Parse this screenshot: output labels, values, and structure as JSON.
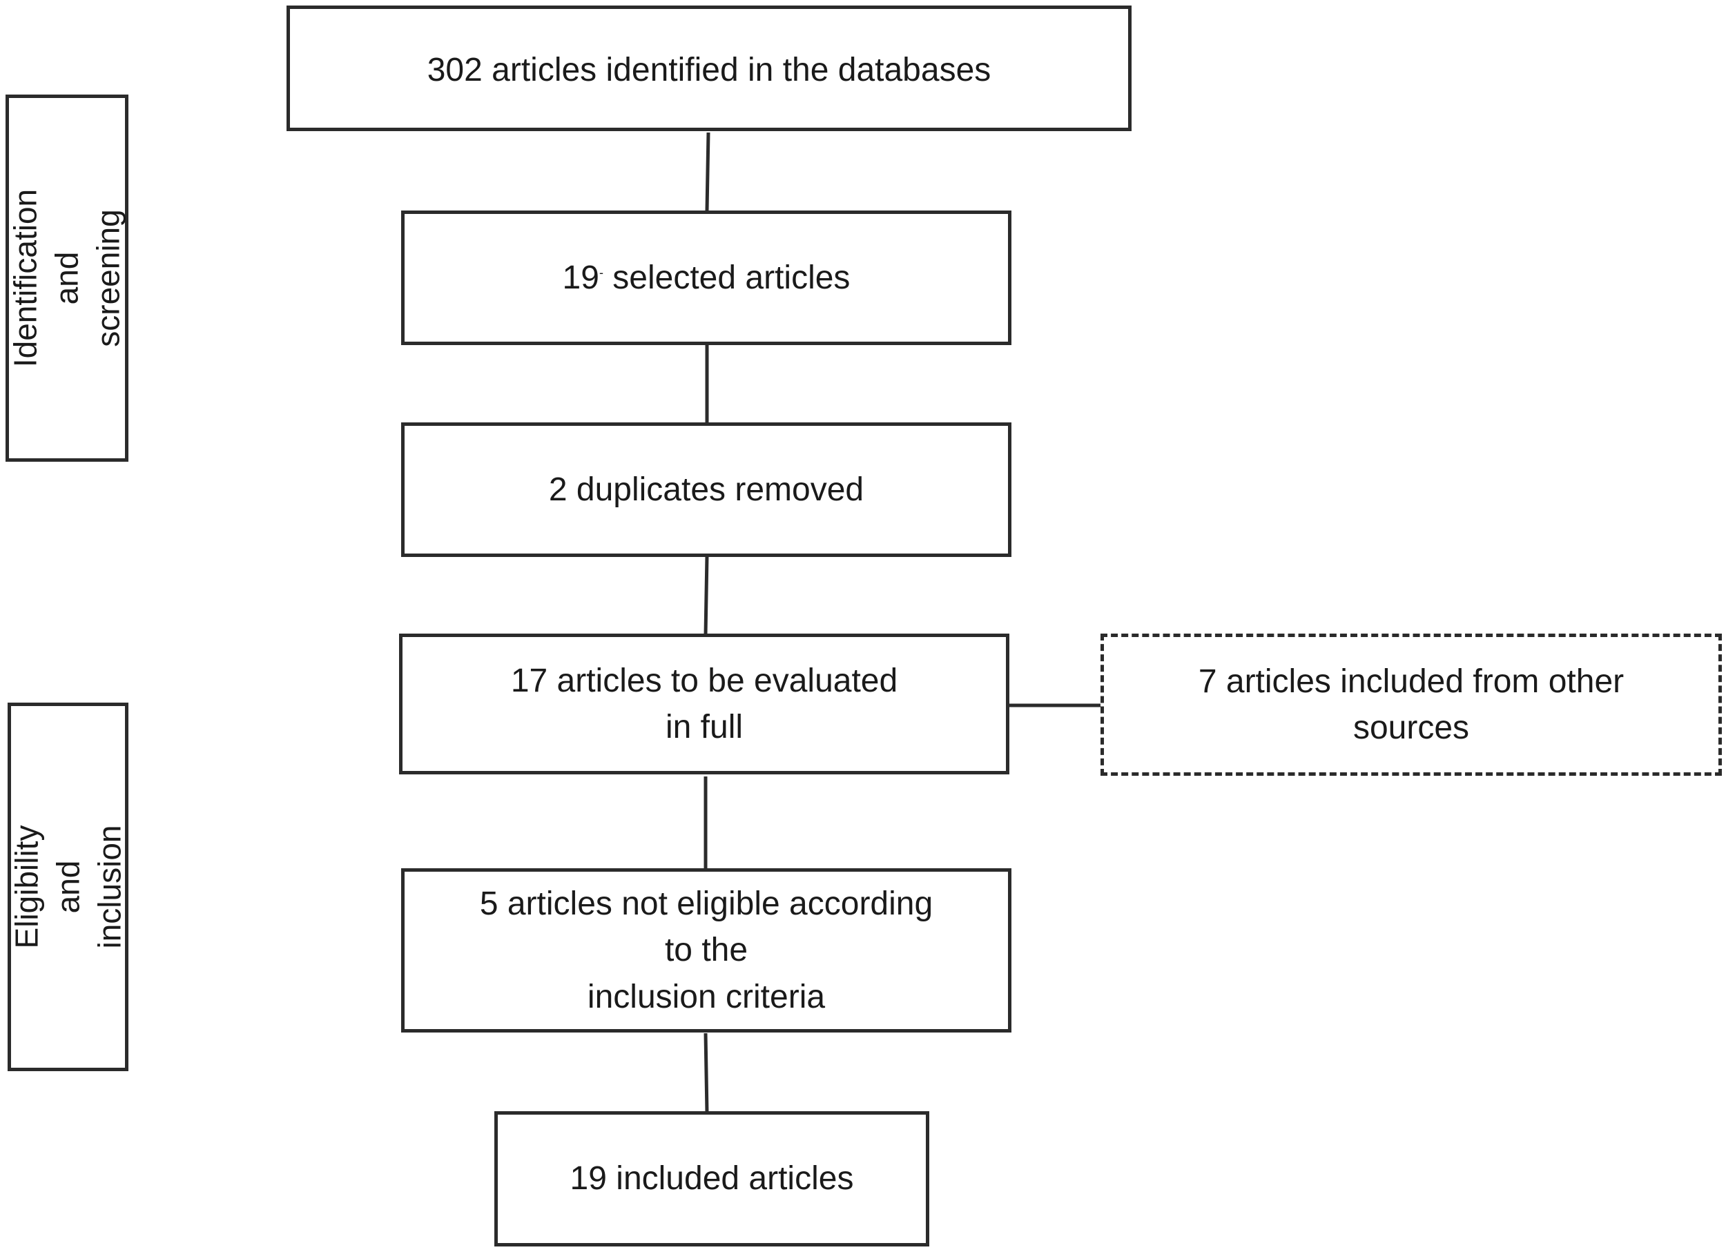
{
  "side_labels": {
    "identification_screening": "Identification and\nscreening",
    "eligibility_inclusion": "Eligibility and\ninclusion"
  },
  "boxes": {
    "identified": "302 articles identified in the databases",
    "selected_number": "19",
    "selected_mark": "-",
    "selected_rest": " selected articles",
    "duplicates": "2 duplicates removed",
    "evaluated": "17 articles to be evaluated\nin full",
    "other_sources": "7 articles included from other\nsources",
    "not_eligible": "5 articles not eligible according\nto the\ninclusion criteria",
    "included": "19 included articles"
  }
}
